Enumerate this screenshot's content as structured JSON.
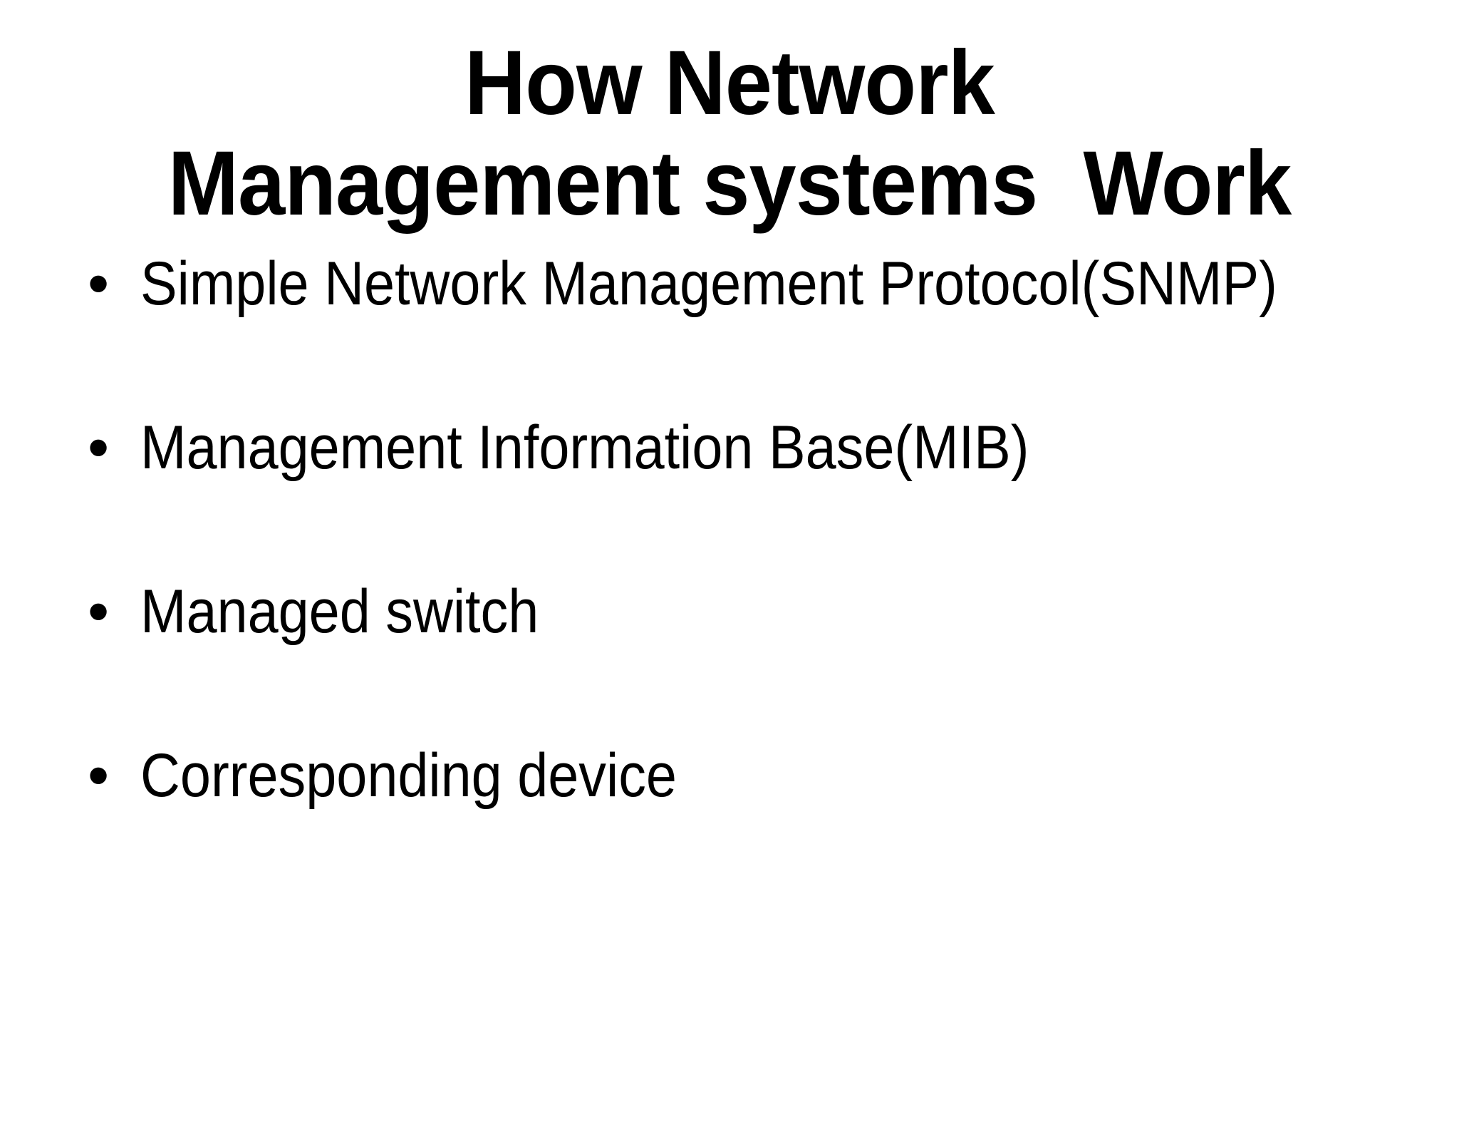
{
  "slide": {
    "title_line1": "How Network",
    "title_line2": "Management systems  Work",
    "bullet_char": "•",
    "bullets": [
      "Simple Network Management Protocol(SNMP)",
      "Management Information Base(MIB)",
      "Managed switch",
      "Corresponding device"
    ],
    "colors": {
      "background": "#ffffff",
      "text": "#000000"
    }
  }
}
